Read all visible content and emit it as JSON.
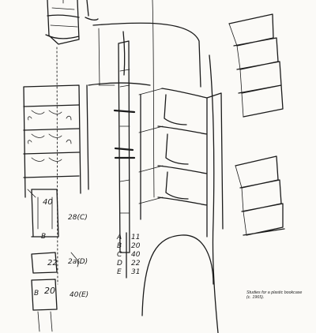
{
  "caption": {
    "line1": "Studies for a plastic bookcase",
    "line2": "(c. 1965)."
  },
  "sketch_labels": {
    "dim_40": "40",
    "mark_28c": "28(C)",
    "mark_b": "B",
    "dim_22": "22",
    "mark_2ad": "2a(D)",
    "dim_20": "20",
    "mark_b2": "B",
    "mark_40e": "40(E)",
    "table": {
      "rows": [
        {
          "letter": "A",
          "value": "11"
        },
        {
          "letter": "B",
          "value": "20"
        },
        {
          "letter": "C",
          "value": "40"
        },
        {
          "letter": "D",
          "value": "22"
        },
        {
          "letter": "E",
          "value": "31"
        }
      ]
    }
  },
  "colors": {
    "paper": "#fbfaf7",
    "ink": "#1b1b1b"
  }
}
